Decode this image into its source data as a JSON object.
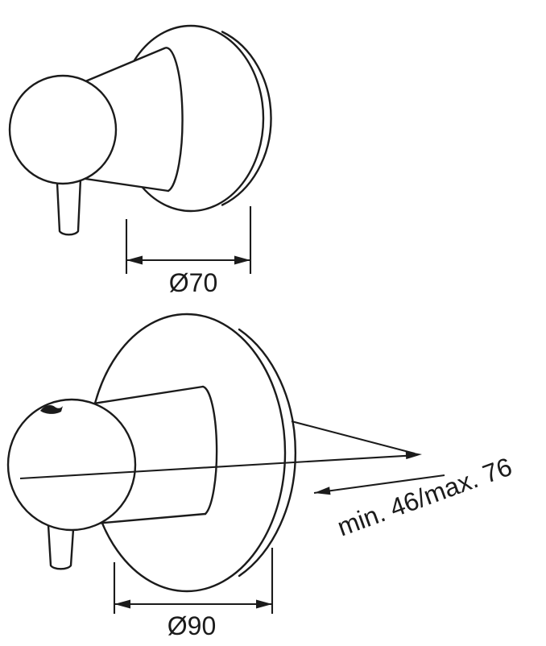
{
  "labels": {
    "top_diameter": "Ø70",
    "bottom_diameter": "Ø90",
    "depth_range": "min. 46/max. 76"
  },
  "colors": {
    "line": "#1b1b1b",
    "background": "#ffffff"
  }
}
